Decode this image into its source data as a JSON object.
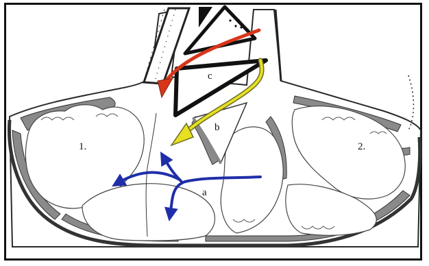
{
  "figure": {
    "labels": {
      "one": "1.",
      "two": "2.",
      "a": "a",
      "b": "b",
      "c": "c"
    },
    "colors": {
      "frame": "#111111",
      "lobule_fill": "#ffffff",
      "gray_matter": "#8a8a8a",
      "outline": "#2a2a2a",
      "arrow_blue": "#1f2ea8",
      "arrow_red": "#d8351a",
      "arrow_yellow": "#e6e020",
      "arrow_yellow_edge": "#6b6a2a"
    },
    "arrows": [
      {
        "name": "red-arrow",
        "color": "red"
      },
      {
        "name": "yellow-arrow",
        "color": "yellow"
      },
      {
        "name": "blue-arrows",
        "color": "blue",
        "count": 3
      }
    ]
  }
}
